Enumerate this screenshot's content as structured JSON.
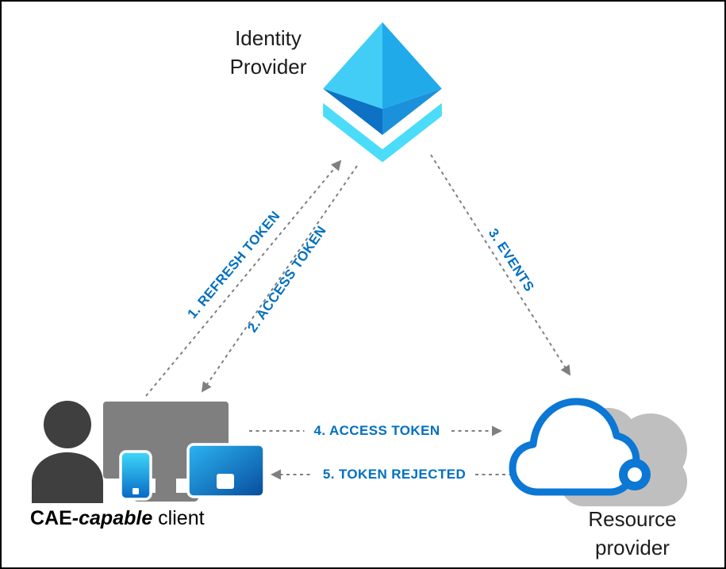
{
  "identity_provider": {
    "line1": "Identity",
    "line2": "Provider"
  },
  "client": {
    "acronym": "CAE",
    "qualifier": "-capable",
    "noun": " client"
  },
  "resource_provider": {
    "line1": "Resource",
    "line2": "provider"
  },
  "flows": {
    "refresh_token": "1. REFRESH TOKEN",
    "access_token_issue": "2. ACCESS TOKEN",
    "events": "3. EVENTS",
    "access_token_use": "4. ACCESS TOKEN",
    "token_rejected": "5. TOKEN REJECTED"
  },
  "colors": {
    "flow_label_blue": "#0070c0",
    "arrow_gray": "#7f7f7f",
    "azure_cyan": "#4adcf9",
    "azure_blue": "#0f7fd0",
    "cloud_outline_blue": "#0c77d4",
    "cloud_gray": "#bfbfbf",
    "device_gray": "#7f7f7f",
    "person_gray": "#3f3f3f"
  }
}
